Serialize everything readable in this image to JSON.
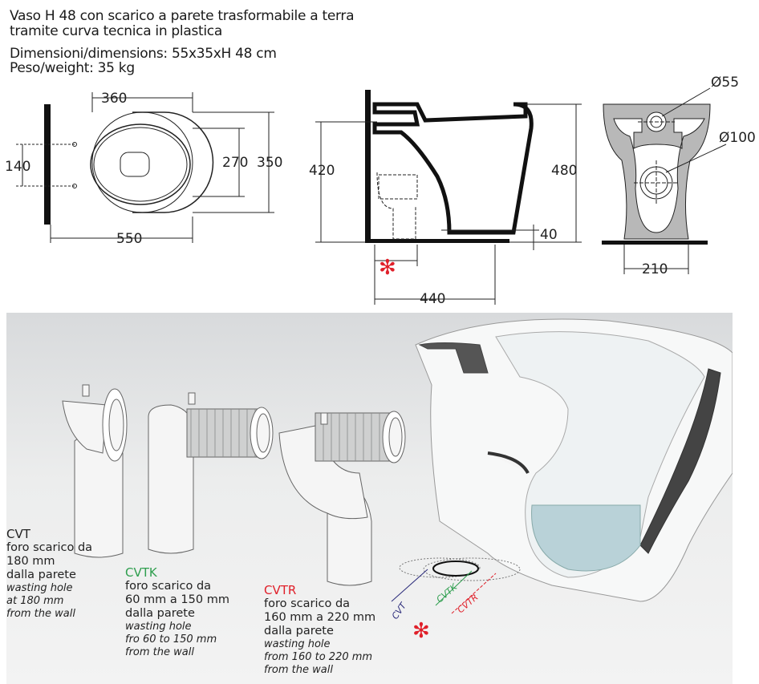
{
  "header": {
    "title_line1": "Vaso  H 48 con scarico a parete trasformabile a terra",
    "title_line2": "tramite curva tecnica in plastica",
    "dimensions": "Dimensioni/dimensions: 55x35xH 48 cm",
    "weight": "Peso/weight: 35 kg"
  },
  "drawings": {
    "top_view": {
      "width_seat": "360",
      "hole_spacing": "140",
      "inner_depth": "270",
      "outer_depth": "350",
      "length": "550"
    },
    "side_view": {
      "outlet_height": "420",
      "total_height": "480",
      "floor_outlet": "40",
      "depth": "440"
    },
    "back_view": {
      "inlet_diameter": "Ø55",
      "outlet_diameter": "Ø100",
      "base_width": "210"
    }
  },
  "colors": {
    "asterisk": "#e0202a",
    "cvt": "#2a2a7a",
    "cvtk": "#2e9e4e",
    "cvtr": "#e0202a"
  },
  "fittings": [
    {
      "code": "CVT",
      "line1": "foro scarico da",
      "line2": "180 mm",
      "line3": "dalla parete",
      "en1": "wasting hole",
      "en2": "at 180 mm",
      "en3": "from the wall"
    },
    {
      "code": "CVTK",
      "line1": "foro scarico da",
      "line2": "60 mm a 150 mm",
      "line3": "dalla parete",
      "en1": "wasting hole",
      "en2": "fro 60 to 150 mm",
      "en3": "from the wall"
    },
    {
      "code": "CVTR",
      "line1": "foro scarico da",
      "line2": "160 mm a 220 mm",
      "line3": "dalla parete",
      "en1": "wasting hole",
      "en2": "from 160 to 220 mm",
      "en3": "from the wall"
    }
  ],
  "floor_labels": {
    "cvt": "CVT",
    "cvtk": "CVTK",
    "cvtr": "CVTR"
  }
}
